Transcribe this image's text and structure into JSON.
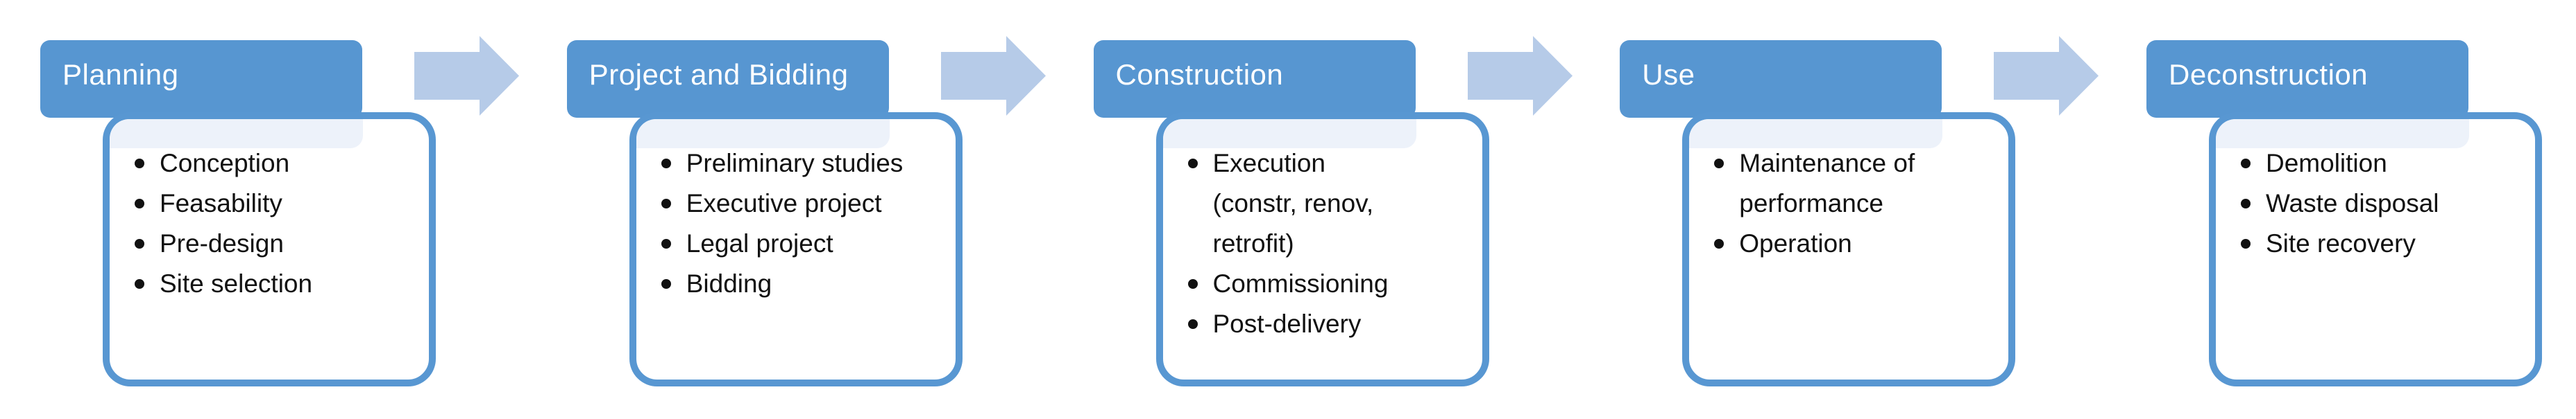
{
  "diagram": {
    "name": "building-life-cycle-process",
    "colors": {
      "header_fill": "#5796D1",
      "box_border": "#5897D2",
      "strip_fill": "#EDF2FA",
      "arrow_fill": "#B6CBE8",
      "header_text": "#FFFFFF",
      "bullet_text": "#111111"
    },
    "arrow_icon": "right-arrow",
    "stages": [
      {
        "title": "Planning",
        "bullets": [
          "Conception",
          "Feasability",
          "Pre-design",
          "Site selection"
        ]
      },
      {
        "title": "Project and Bidding",
        "bullets": [
          "Preliminary studies",
          "Executive project",
          "Legal project",
          "Bidding"
        ]
      },
      {
        "title": "Construction",
        "bullets": [
          "Execution\n(constr, renov,\nretrofit)",
          "Commissioning",
          "Post-delivery"
        ]
      },
      {
        "title": "Use",
        "bullets": [
          "Maintenance of\nperformance",
          "Operation"
        ]
      },
      {
        "title": "Deconstruction",
        "bullets": [
          "Demolition",
          "Waste disposal",
          "Site recovery"
        ]
      }
    ]
  }
}
